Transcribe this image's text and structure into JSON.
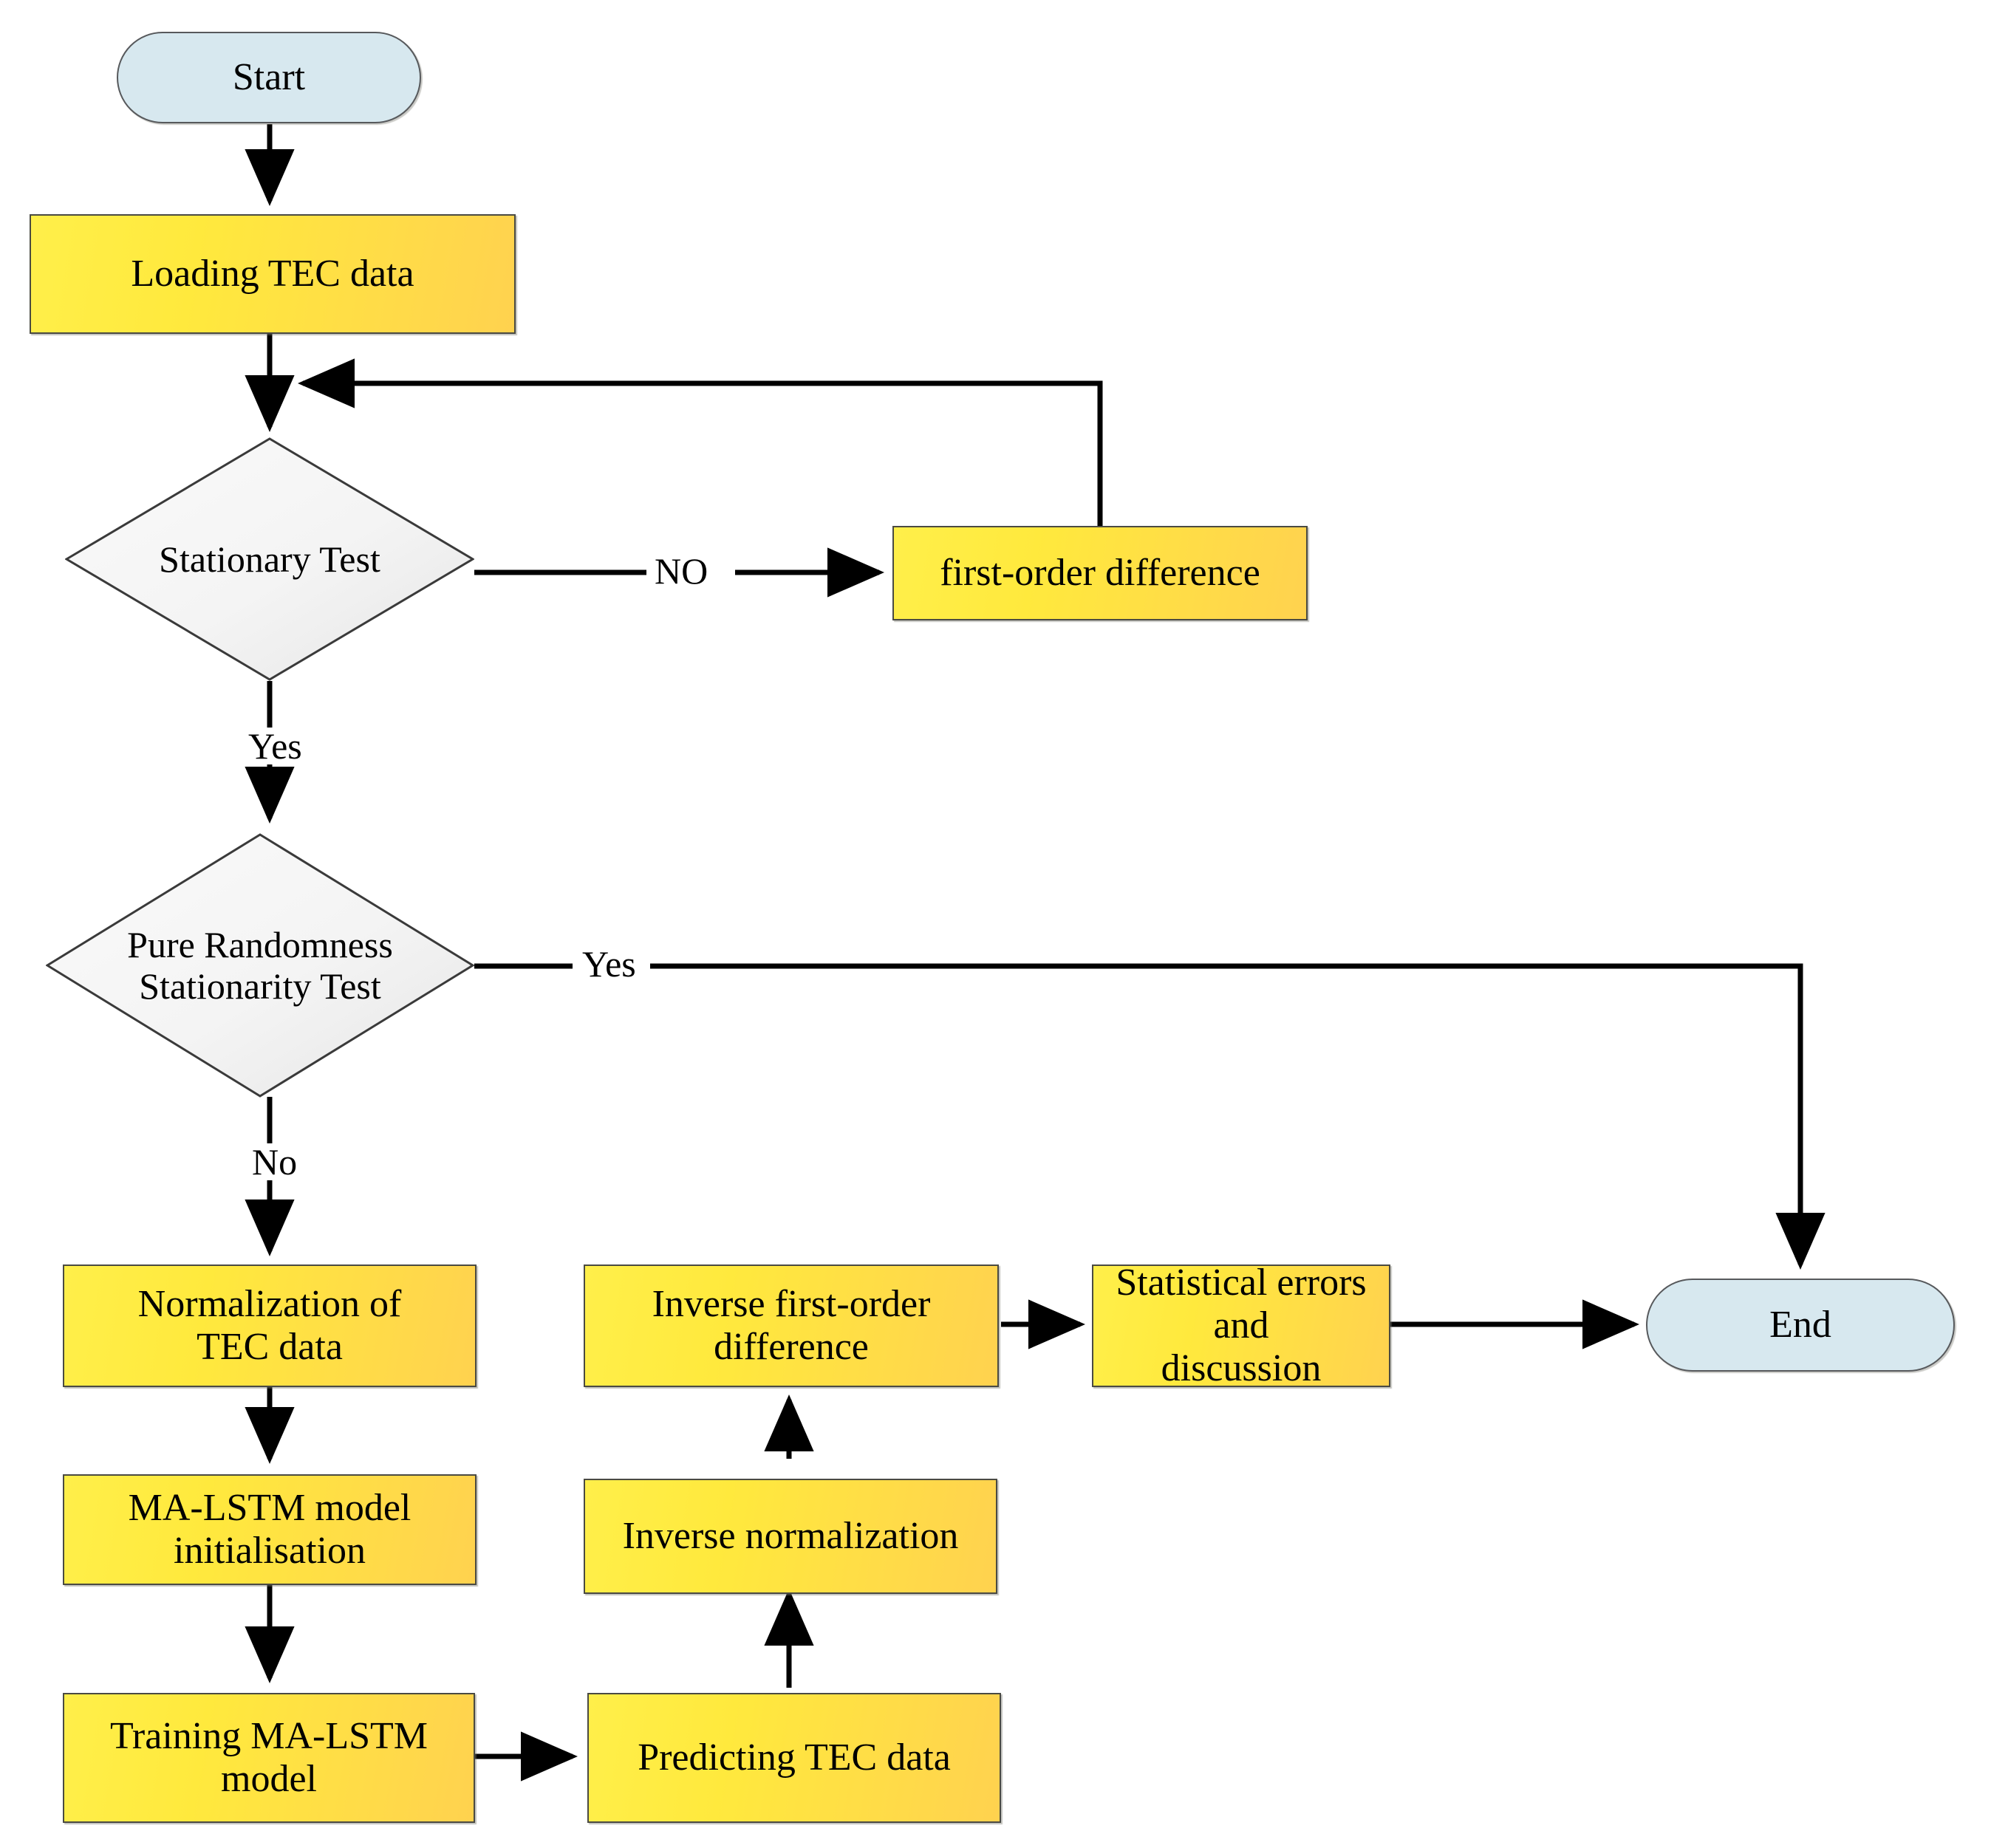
{
  "diagram": {
    "title": "TEC prediction workflow flowchart",
    "type": "flowchart",
    "colors": {
      "process_fill_light": "#FFEF4A",
      "process_fill_dark": "#FFD24F",
      "terminal_fill": "#D7E8EF",
      "decision_fill": "#F2F2F2",
      "border": "#4A4A42",
      "edge": "#000000",
      "background": "#FFFFFF"
    },
    "nodes": {
      "start": {
        "label": "Start",
        "shape": "terminal"
      },
      "loading_tec": {
        "label": "Loading TEC data",
        "shape": "process"
      },
      "stationary_test": {
        "label": "Stationary Test",
        "shape": "decision"
      },
      "first_order_difference": {
        "label": "first-order difference",
        "shape": "process"
      },
      "pure_randomness": {
        "label": "Pure Randomness\nStationarity Test",
        "shape": "decision"
      },
      "normalization": {
        "label": "Normalization of\nTEC data",
        "shape": "process"
      },
      "model_init": {
        "label": "MA-LSTM model\ninitialisation",
        "shape": "process"
      },
      "training": {
        "label": "Training MA-LSTM\nmodel",
        "shape": "process"
      },
      "predicting": {
        "label": "Predicting TEC data",
        "shape": "process"
      },
      "inverse_normalization": {
        "label": "Inverse normalization",
        "shape": "process"
      },
      "inverse_first_order": {
        "label": "Inverse first-order\ndifference",
        "shape": "process"
      },
      "statistical_errors": {
        "label": "Statistical errors and\ndiscussion",
        "shape": "process"
      },
      "end": {
        "label": "End",
        "shape": "terminal"
      }
    },
    "edge_labels": {
      "stationary_no": "NO",
      "stationary_yes": "Yes",
      "randomness_yes": "Yes",
      "randomness_no": "No"
    },
    "edges": [
      {
        "from": "start",
        "to": "loading_tec",
        "label": ""
      },
      {
        "from": "loading_tec",
        "to": "stationary_test",
        "label": ""
      },
      {
        "from": "stationary_test",
        "to": "first_order_difference",
        "label": "NO"
      },
      {
        "from": "first_order_difference",
        "to": "stationary_test",
        "label": ""
      },
      {
        "from": "stationary_test",
        "to": "pure_randomness",
        "label": "Yes"
      },
      {
        "from": "pure_randomness",
        "to": "end",
        "label": "Yes"
      },
      {
        "from": "pure_randomness",
        "to": "normalization",
        "label": "No"
      },
      {
        "from": "normalization",
        "to": "model_init",
        "label": ""
      },
      {
        "from": "model_init",
        "to": "training",
        "label": ""
      },
      {
        "from": "training",
        "to": "predicting",
        "label": ""
      },
      {
        "from": "predicting",
        "to": "inverse_normalization",
        "label": ""
      },
      {
        "from": "inverse_normalization",
        "to": "inverse_first_order",
        "label": ""
      },
      {
        "from": "inverse_first_order",
        "to": "statistical_errors",
        "label": ""
      },
      {
        "from": "statistical_errors",
        "to": "end",
        "label": ""
      }
    ]
  }
}
